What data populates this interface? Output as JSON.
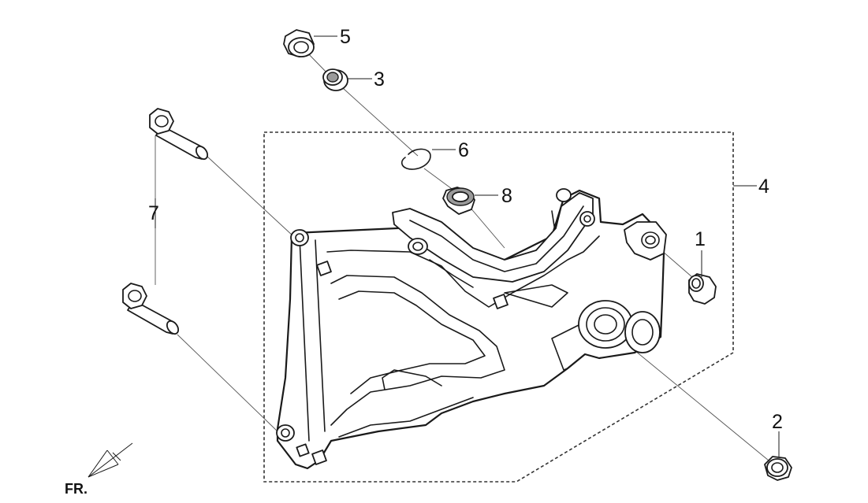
{
  "diagram": {
    "callouts": {
      "c1": "1",
      "c2": "2",
      "c3": "3",
      "c4": "4",
      "c5": "5",
      "c6": "6",
      "c7": "7",
      "c8": "8"
    },
    "direction_label": "FR."
  }
}
